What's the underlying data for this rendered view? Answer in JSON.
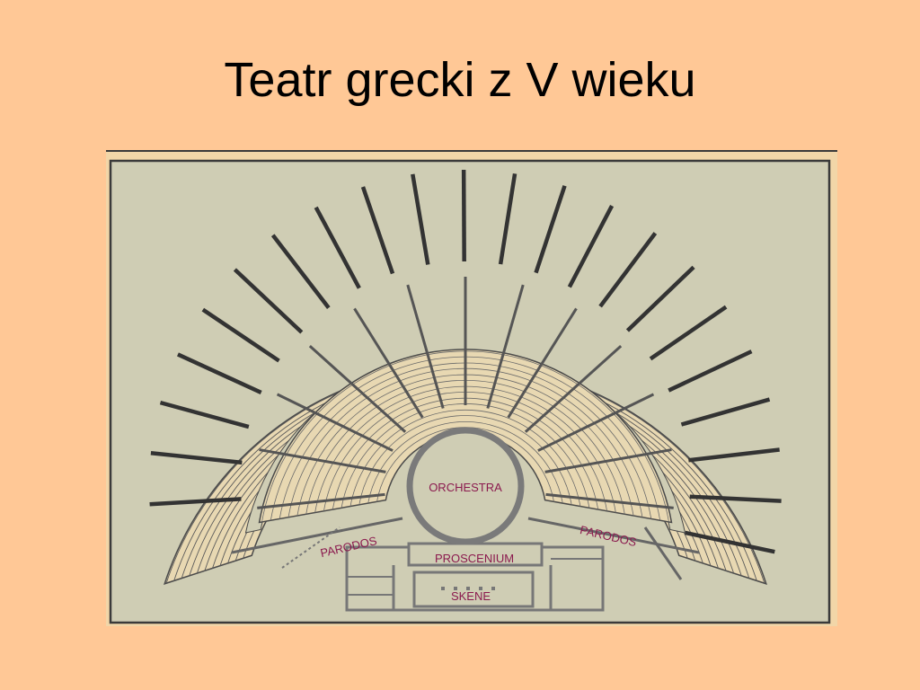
{
  "slide": {
    "title": "Teatr grecki z V wieku"
  },
  "diagram": {
    "labels": {
      "orchestra": "ORCHESTRA",
      "parodos_left": "PARODOS",
      "parodos_right": "PARODOS",
      "proscenium": "PROSCENIUM",
      "skene": "SKENE"
    },
    "colors": {
      "page_background": "#FFC896",
      "panel_background": "#CFCDB4",
      "seating_fill": "#E8D8B2",
      "line": "#4a4a4a",
      "label_text": "#8B1A4E"
    }
  }
}
